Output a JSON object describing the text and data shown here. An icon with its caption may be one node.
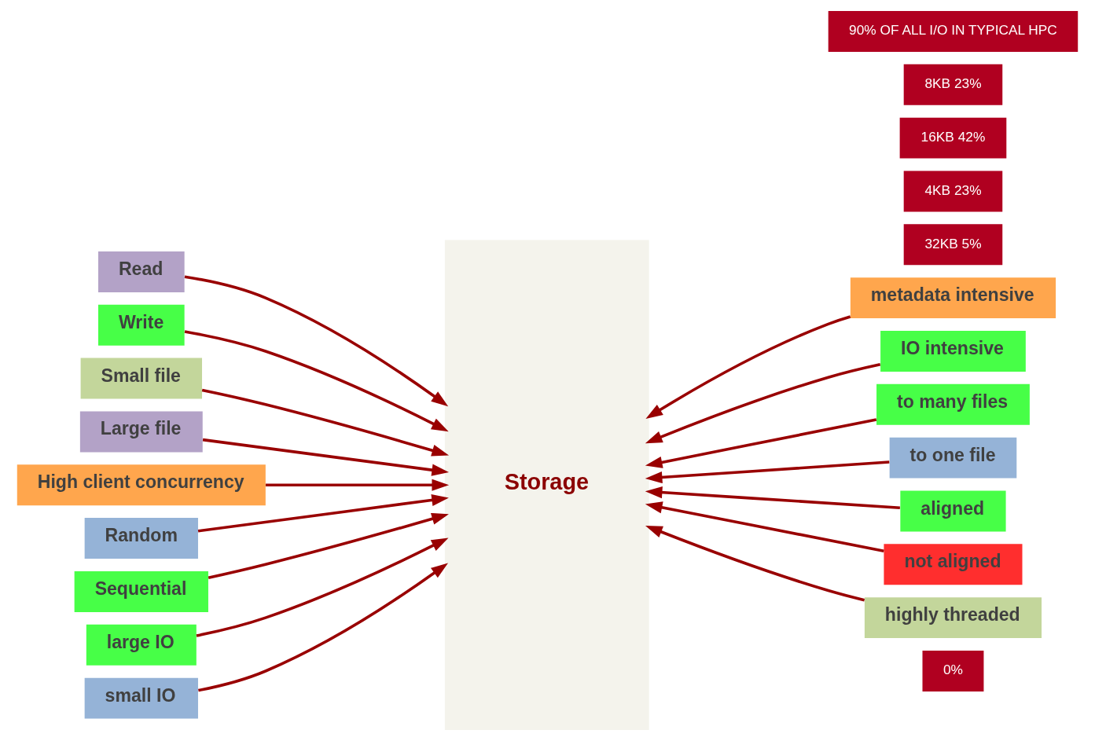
{
  "diagram": {
    "nodes": [
      {
        "text": [
          "Storage"
        ]
      },
      {
        "text": [
          "Read"
        ]
      },
      {
        "text": [
          "Write"
        ]
      },
      {
        "text": [
          "Small file"
        ]
      },
      {
        "text": [
          "Large file"
        ]
      },
      {
        "text": [
          "High client concurrency"
        ]
      },
      {
        "text": [
          "Random"
        ]
      },
      {
        "text": [
          "Sequential"
        ]
      },
      {
        "text": [
          "large IO"
        ]
      },
      {
        "text": [
          "small IO"
        ]
      },
      {
        "text": [
          "metadata intensive"
        ]
      },
      {
        "text": [
          "IO intensive"
        ]
      },
      {
        "text": [
          "to many files"
        ]
      },
      {
        "text": [
          "to one file"
        ]
      },
      {
        "text": [
          "aligned"
        ]
      },
      {
        "text": [
          "not aligned"
        ]
      },
      {
        "text": [
          "highly threaded"
        ]
      }
    ],
    "edges": [
      {
        "from": 1,
        "to": 0,
        "arrow": "to"
      },
      {
        "from": 2,
        "to": 0,
        "arrow": "to"
      },
      {
        "from": 3,
        "to": 0,
        "arrow": "to"
      },
      {
        "from": 4,
        "to": 0,
        "arrow": "to"
      },
      {
        "from": 5,
        "to": 0,
        "arrow": "to"
      },
      {
        "from": 6,
        "to": 0,
        "arrow": "to"
      },
      {
        "from": 7,
        "to": 0,
        "arrow": "to"
      },
      {
        "from": 8,
        "to": 0,
        "arrow": "to"
      },
      {
        "from": 9,
        "to": 0,
        "arrow": "to"
      },
      {
        "from": 10,
        "to": 0,
        "arrow": "to"
      },
      {
        "from": 11,
        "to": 0,
        "arrow": "to"
      },
      {
        "from": 12,
        "to": 0,
        "arrow": "to"
      },
      {
        "from": 13,
        "to": 0,
        "arrow": "to"
      },
      {
        "from": 14,
        "to": 0,
        "arrow": "to"
      },
      {
        "from": 15,
        "to": 0,
        "arrow": "to"
      },
      {
        "from": 16,
        "to": 0,
        "arrow": "to"
      }
    ],
    "labels": [
      "0%",
      "32KB 5%",
      "4KB 23%",
      "16KB 42%",
      "8KB 23%",
      "90% OF ALL I/O IN TYPICAL HPC"
    ]
  }
}
